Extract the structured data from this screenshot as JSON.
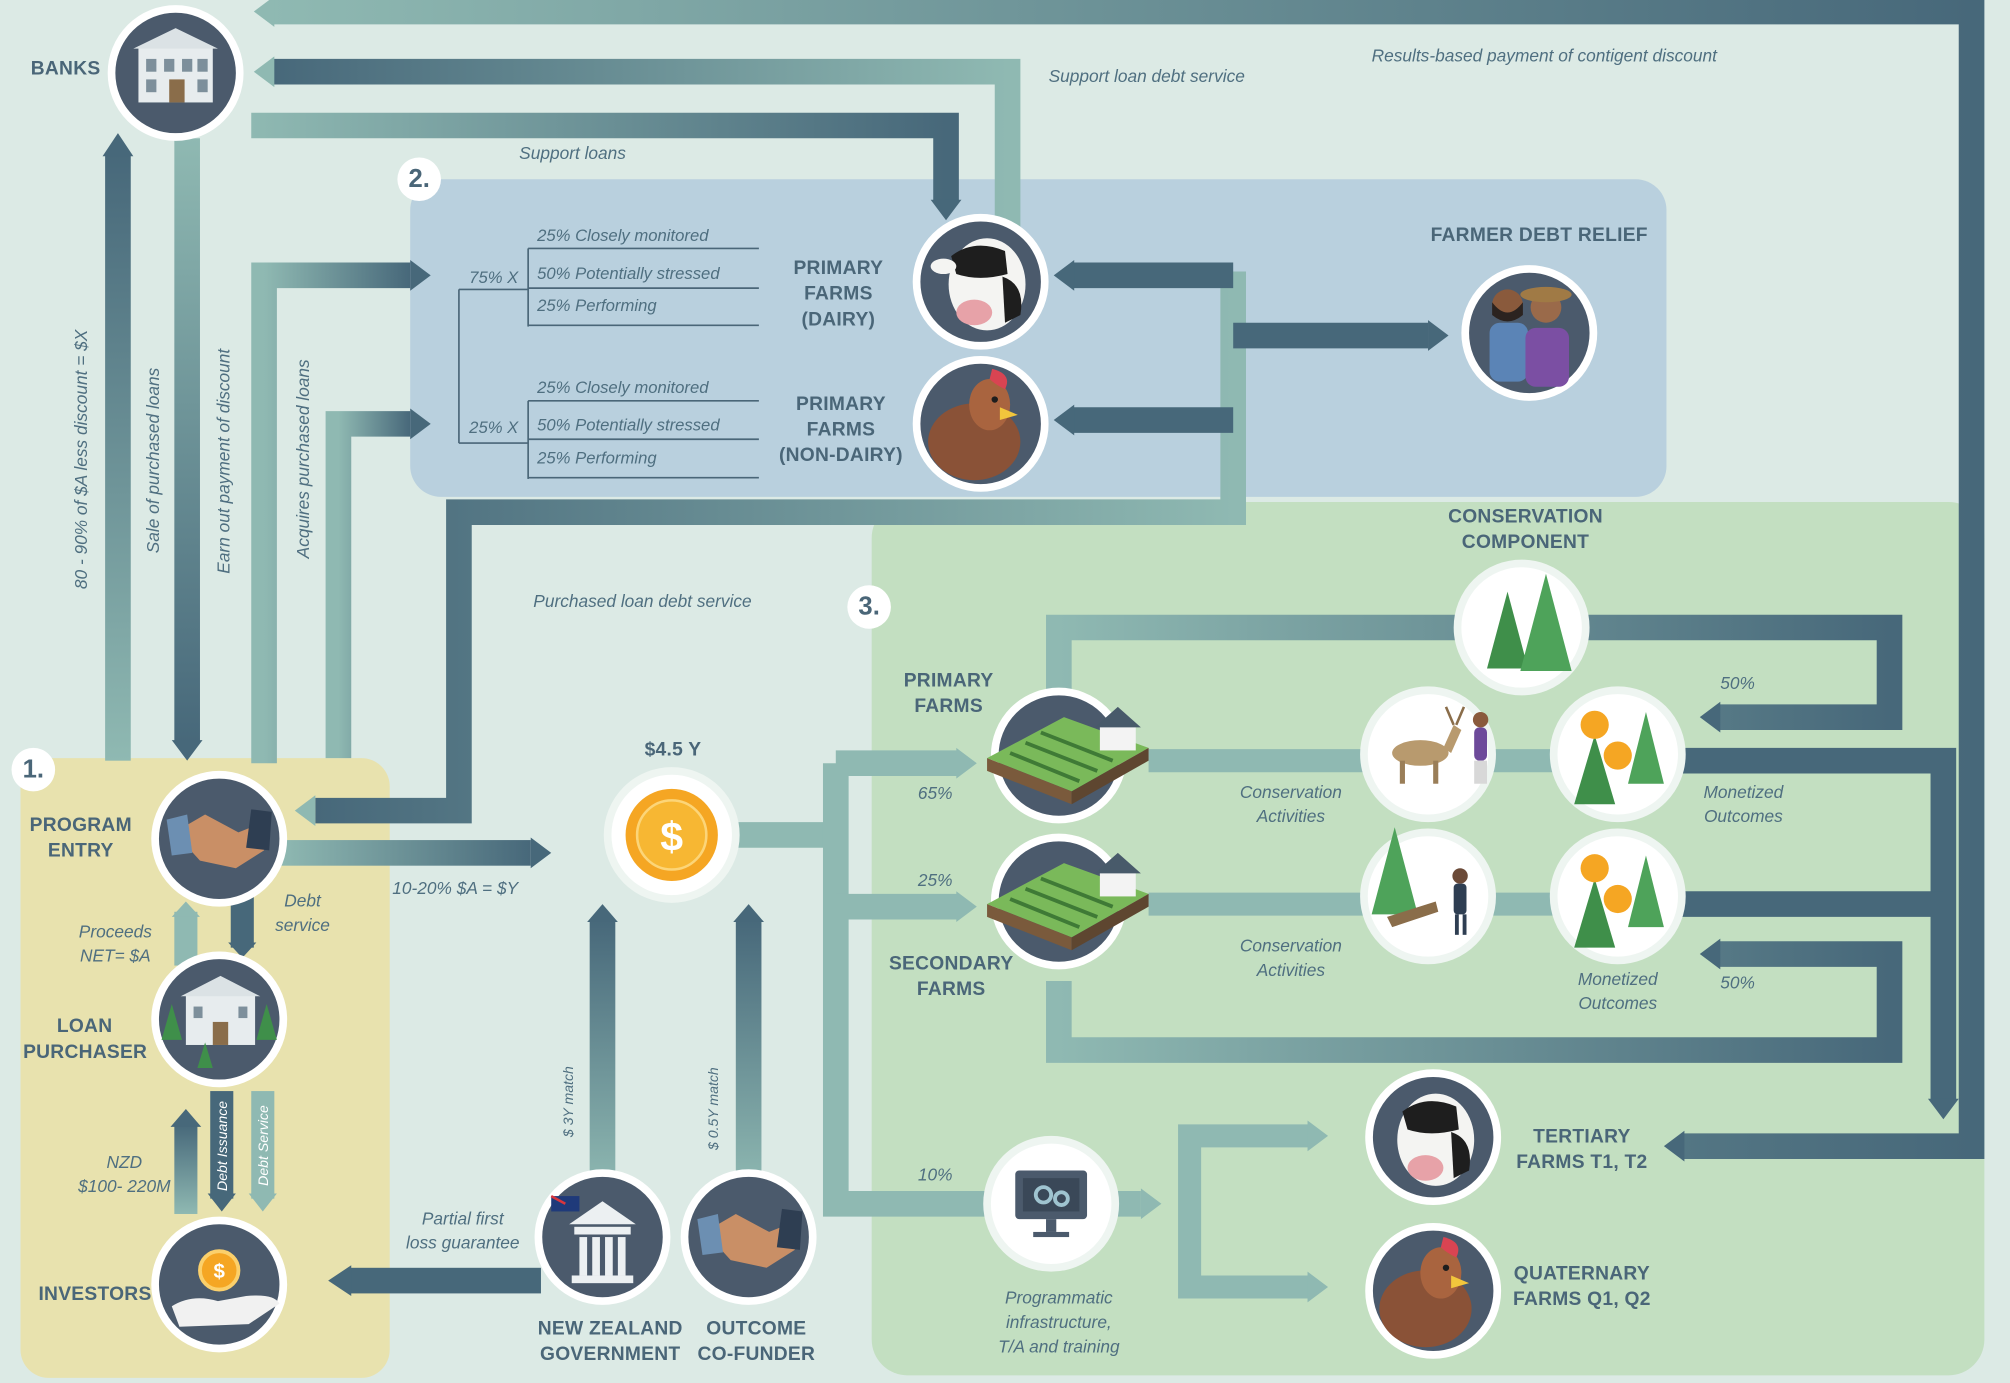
{
  "sections": {
    "s1": "1.",
    "s2": "2.",
    "s3": "3."
  },
  "nodes": {
    "banks": "BANKS",
    "program_entry": [
      "PROGRAM",
      "ENTRY"
    ],
    "loan_purchaser": [
      "LOAN",
      "PURCHASER"
    ],
    "investors": "INVESTORS",
    "nz_gov": [
      "NEW ZEALAND",
      "GOVERNMENT"
    ],
    "co_funder": [
      "OUTCOME",
      "CO-FUNDER"
    ],
    "fund": "$4.5 Y",
    "dairy": [
      "PRIMARY",
      "FARMS",
      "(DAIRY)"
    ],
    "nondairy": [
      "PRIMARY",
      "FARMS",
      "(NON-DAIRY)"
    ],
    "debt_relief": "FARMER DEBT RELIEF",
    "conservation": [
      "CONSERVATION",
      "COMPONENT"
    ],
    "primary_farms": [
      "PRIMARY",
      "FARMS"
    ],
    "secondary_farms": [
      "SECONDARY",
      "FARMS"
    ],
    "tertiary": [
      "TERTIARY",
      "FARMS T1, T2"
    ],
    "quaternary": [
      "QUATERNARY",
      "FARMS Q1, Q2"
    ]
  },
  "flows": {
    "support_loan_debt_service": "Support loan debt service",
    "results_based_payment": "Results-based payment of contigent discount",
    "support_loans": "Support loans",
    "purchased_loan_debt_service": "Purchased loan debt service",
    "banks_payment": "80 - 90% of $A less discount = $X",
    "sale_of_loans": "Sale of purchased loans",
    "earn_out": "Earn out payment of discount",
    "acquires_loans": "Acquires purchased loans",
    "proceeds": [
      "Proceeds",
      "NET= $A"
    ],
    "debt_service": [
      "Debt",
      "service"
    ],
    "nzd": [
      "NZD",
      "$100- 220M"
    ],
    "debt_issuance": "Debt Issuance",
    "debt_service_small": "Debt Service",
    "ten_twenty": "10-20% $A = $Y",
    "partial_guarantee": [
      "Partial first",
      "loss guarantee"
    ],
    "match_3y": "$ 3Y match",
    "match_05y": "$ 0.5Y match",
    "programmatic": [
      "Programmatic",
      "infrastructure,",
      "T/A and training"
    ],
    "conservation_activities": [
      "Conservation",
      "Activities"
    ],
    "monetized_outcomes": [
      "Monetized",
      "Outcomes"
    ]
  },
  "portfolio": {
    "upper_share": "75% X",
    "lower_share": "25% X",
    "closely_monitored": "25% Closely monitored",
    "potentially_stressed": "50% Potentially stressed",
    "performing": "25% Performing"
  },
  "percentages": {
    "primary": "65%",
    "secondary": "25%",
    "programmatic": "10%",
    "monetized_top": "50%",
    "monetized_bottom": "50%"
  },
  "colors": {
    "background": "#dceae5",
    "section1": "#e8e2ae",
    "section2": "#b9d0de",
    "section3": "#c3dfc1",
    "flow_dark": "#47687a",
    "flow_light": "#8fb9b2",
    "node_circle": "#4b5a6c",
    "heading_text": "#4a6678"
  }
}
